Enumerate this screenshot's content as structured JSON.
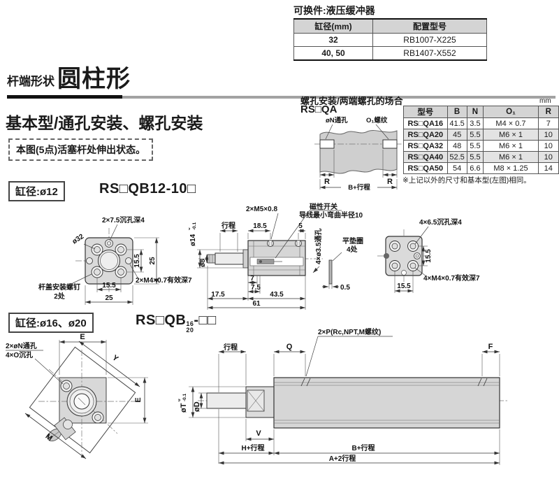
{
  "replacement": {
    "title": "可换件:液压缓冲器",
    "col_bore": "缸径(mm)",
    "col_model": "配置型号",
    "rows": [
      {
        "bore": "32",
        "model": "RB1007-X225"
      },
      {
        "bore": "40, 50",
        "model": "RB1407-X552"
      }
    ]
  },
  "heading": {
    "prefix": "杆端形状",
    "title": "圆柱形"
  },
  "section_title": "基本型/通孔安装、螺孔安装",
  "note_box": "本图(5点)活塞杆处伸出状态。",
  "qa": {
    "title": "螺孔安装/两端螺孔的场合",
    "model": "RS□QA",
    "label_n": "øN通孔",
    "label_o1": "O₁螺纹",
    "dim_r_left": "R",
    "dim_r_right": "R",
    "dim_b": "B+行程",
    "unit": "mm",
    "headers": {
      "model": "型号",
      "b": "B",
      "n": "N",
      "o1": "O₁",
      "r": "R"
    },
    "rows": [
      {
        "model": "RS□QA16",
        "b": "41.5",
        "n": "3.5",
        "o1": "M4 × 0.7",
        "r": "7"
      },
      {
        "model": "RS□QA20",
        "b": "45",
        "n": "5.5",
        "o1": "M6 × 1",
        "r": "10"
      },
      {
        "model": "RS□QA32",
        "b": "48",
        "n": "5.5",
        "o1": "M6 × 1",
        "r": "10"
      },
      {
        "model": "RS□QA40",
        "b": "52.5",
        "n": "5.5",
        "o1": "M6 × 1",
        "r": "10"
      },
      {
        "model": "RS□QA50",
        "b": "54",
        "n": "6.6",
        "o1": "M8 × 1.25",
        "r": "14"
      }
    ],
    "note": "※上记以外的尺寸和基本型(左图)相同。"
  },
  "qb12": {
    "bore": "缸径:ø12",
    "model": "RS□QB12-10□",
    "front": {
      "cb": "2×7.5沉孔深4",
      "d32": "ø32",
      "v155": "15.5",
      "v25": "25",
      "h155": "15.5",
      "h25": "25",
      "screw1": "杆盖安装螺钉",
      "screw2": "2处",
      "thread": "2×M4×0.7有效深7"
    },
    "side": {
      "m5": "2×M5×0.8",
      "sw1": "磁性开关",
      "sw2": "导线最小弯曲半径10",
      "stroke": "行程",
      "d185": "18.5",
      "d5": "5",
      "d14": "ø14",
      "tol0": "0",
      "tolm01": "-0.1",
      "d8": "ø8",
      "holes": "4×ø3.5通孔",
      "washer1": "平垫圈",
      "washer2": "4处",
      "d05": "0.5",
      "d7": "7",
      "d75": "7.5",
      "d175": "17.5",
      "d435": "43.5",
      "d61": "61"
    },
    "rear": {
      "cb": "4×6.5沉孔深4",
      "v155": "15.5",
      "thread": "4×M4×0.7有效深7",
      "h155": "15.5"
    }
  },
  "qb1620": {
    "bore": "缸径:ø16、ø20",
    "model_prefix": "RS□QB",
    "model_top": "16",
    "model_bottom": "20",
    "model_suffix": "-□□",
    "front": {
      "l1": "2×øN通孔",
      "l2": "4×O沉孔",
      "e_top": "E",
      "y": "Y",
      "e_right": "E",
      "m": "M"
    },
    "side": {
      "stroke": "行程",
      "q": "Q",
      "f": "F",
      "port": "2×P(Rc,NPT,M螺纹)",
      "dt": "øT",
      "tol0": "0",
      "tolm01": "-0.1",
      "dd": "øD",
      "v": "V",
      "h": "H+行程",
      "b": "B+行程",
      "a": "A+2行程"
    }
  }
}
